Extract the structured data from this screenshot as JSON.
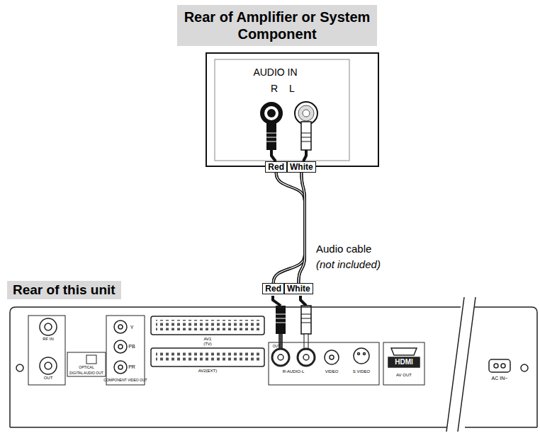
{
  "diagram": {
    "nodes": [
      {
        "text": [
          "Rear of Amplifier or System Component",
          "AUDIO IN"
        ]
      },
      {
        "text": [
          "Red"
        ]
      },
      {
        "text": [
          "White"
        ]
      },
      {
        "text": [
          "Red"
        ]
      },
      {
        "text": [
          "White"
        ]
      },
      {
        "text": [
          "Rear of this unit"
        ]
      }
    ],
    "edges": [
      {
        "from": 1,
        "to": 3,
        "arrow": "none"
      },
      {
        "from": 1,
        "to": 4,
        "arrow": "none"
      },
      {
        "from": 2,
        "to": 3,
        "arrow": "none"
      },
      {
        "from": 2,
        "to": 4,
        "arrow": "none"
      }
    ],
    "labels": [
      "R",
      "L",
      "Audio cable",
      "(not included)",
      "RF IN",
      "OUT",
      "OPTICAL",
      "DIGITAL AUDIO OUT",
      "Y",
      "PB",
      "PR",
      "COMPONENT VIDEO OUT",
      "AV1",
      "(TV)",
      "AV2(EXT)",
      "OUT",
      "R-AUDIO-L",
      "VIDEO",
      "S VIDEO",
      "HDMI",
      "AV OUT",
      "AC IN~"
    ]
  }
}
